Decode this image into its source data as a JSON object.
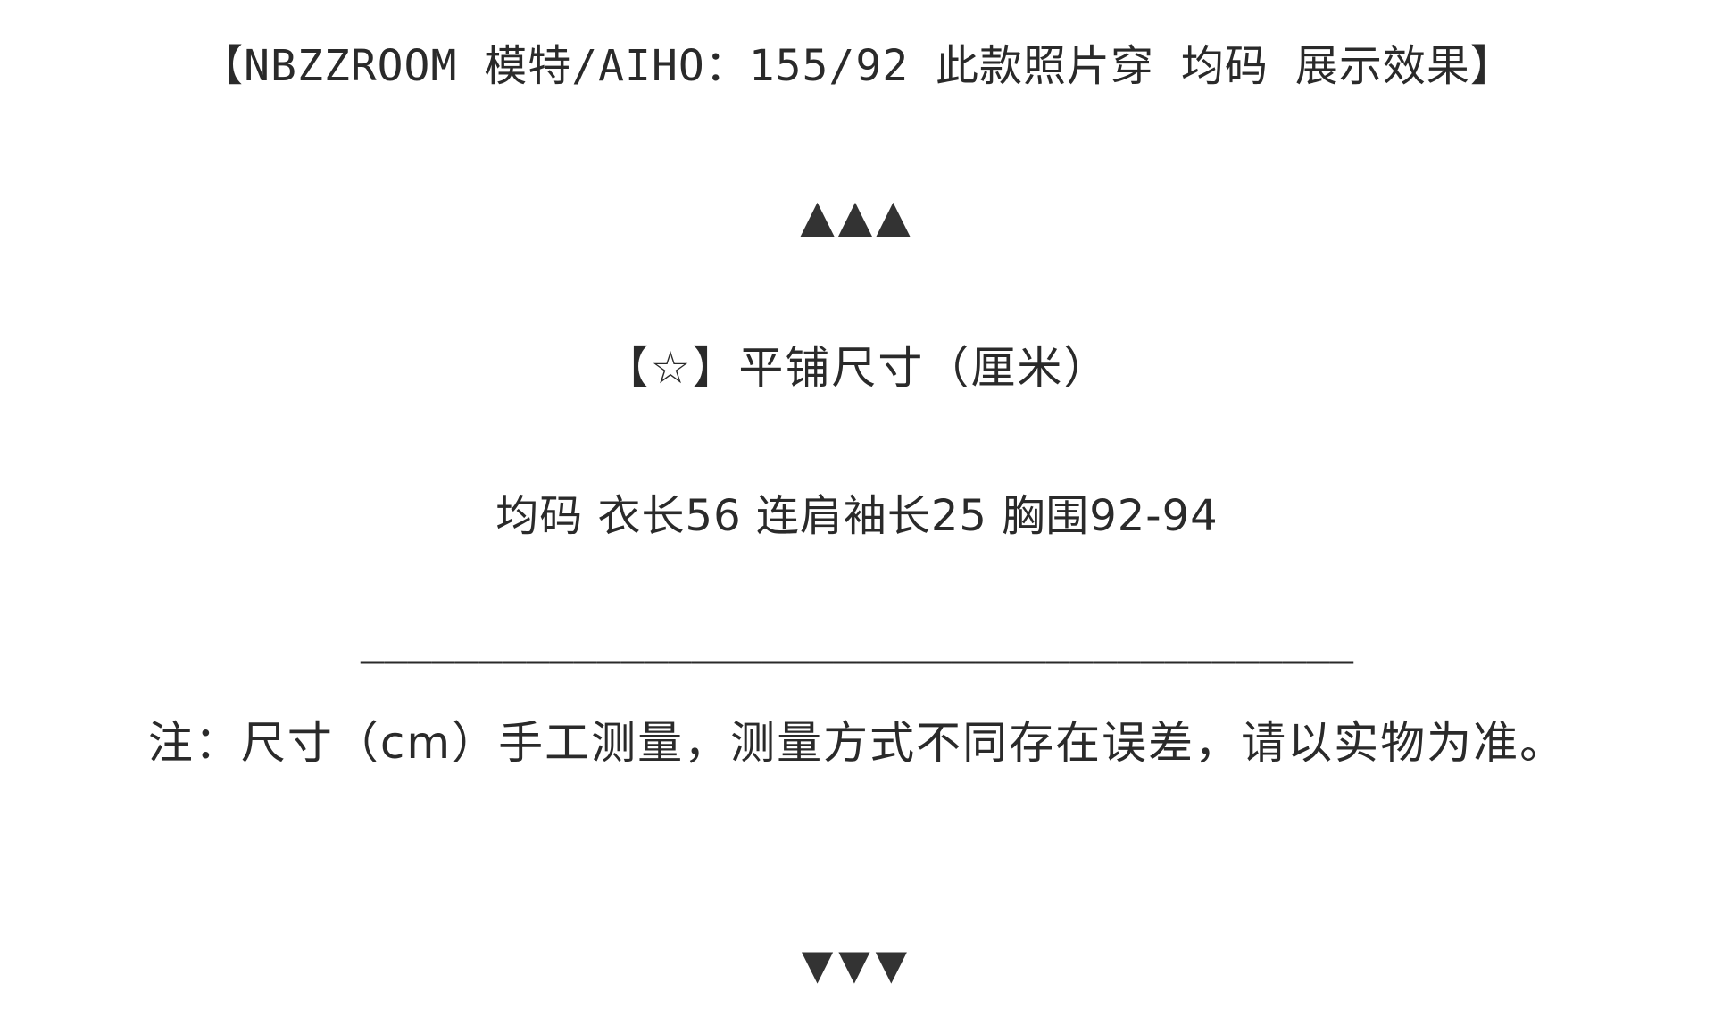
{
  "header": {
    "text": "【NBZZROOM 模特/AIHO：155/92 此款照片穿 均码 展示效果】"
  },
  "decor": {
    "arrows_up": "▲▲▲",
    "arrows_down": "▼▼▼"
  },
  "size_section": {
    "title": "【☆】平铺尺寸（厘米）",
    "values": "均码 衣长56 连肩袖长25 胸围92-94"
  },
  "divider": {
    "text": "——————————————————————————————————————————"
  },
  "note": {
    "text": "注：尺寸（cm）手工测量，测量方式不同存在误差，请以实物为准。"
  },
  "colors": {
    "text": "#2a2a2a",
    "background": "#ffffff"
  }
}
